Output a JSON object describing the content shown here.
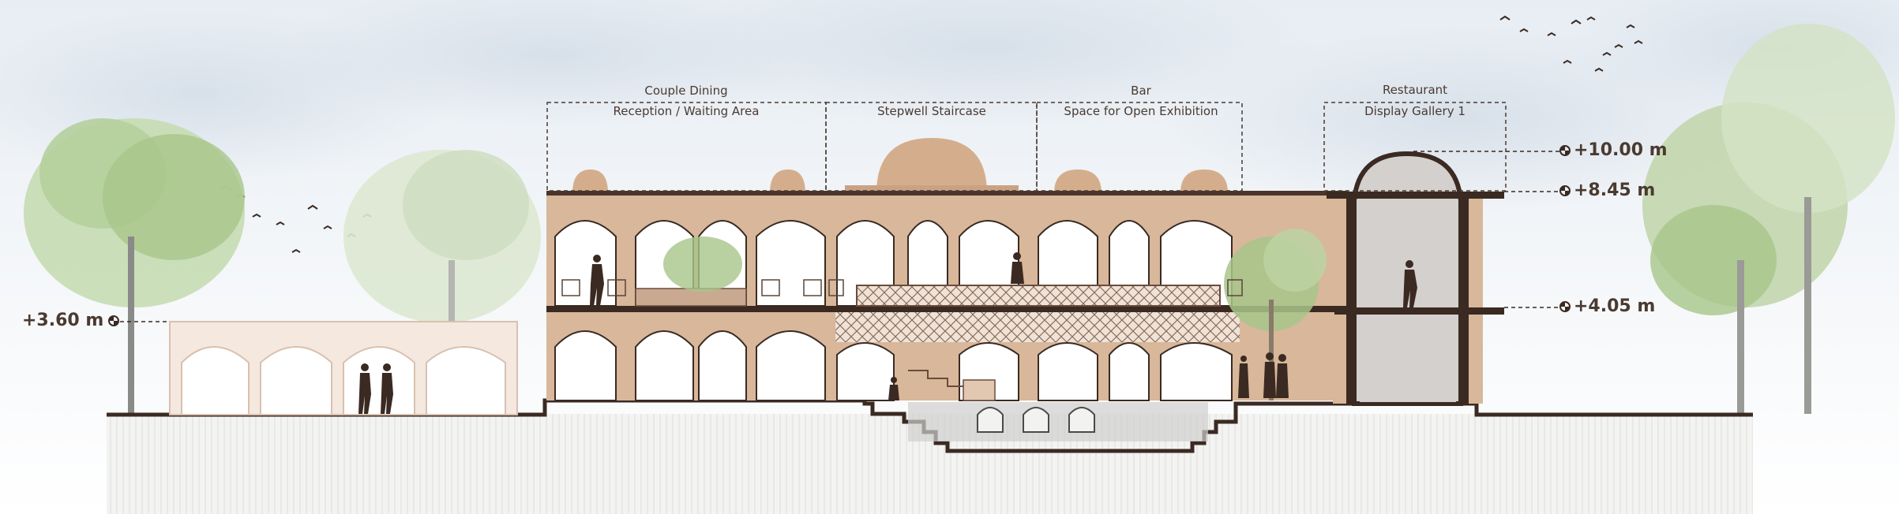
{
  "zones": [
    {
      "id": "couple-dining",
      "title": "Couple Dining"
    },
    {
      "id": "reception",
      "title": "Reception / Waiting Area"
    },
    {
      "id": "stepwell",
      "title": "Stepwell Staircase"
    },
    {
      "id": "bar",
      "title": "Bar"
    },
    {
      "id": "exhibition",
      "title": "Space for Open Exhibition"
    },
    {
      "id": "restaurant",
      "title": "Restaurant"
    },
    {
      "id": "gallery",
      "title": "Display Gallery 1"
    }
  ],
  "levels": [
    {
      "id": "level-10",
      "value": "+10.00 m"
    },
    {
      "id": "level-845",
      "value": "+8.45 m"
    },
    {
      "id": "level-405",
      "value": "+4.05 m"
    },
    {
      "id": "level-360",
      "value": "+3.60 m"
    }
  ],
  "colors": {
    "wall": "#d8b79a",
    "wall_dark": "#3a2a22",
    "interior": "#ffffff",
    "gallery_interior": "#d3d0cd",
    "ground": "#f2f2f0",
    "tree": "#a8c58a"
  }
}
